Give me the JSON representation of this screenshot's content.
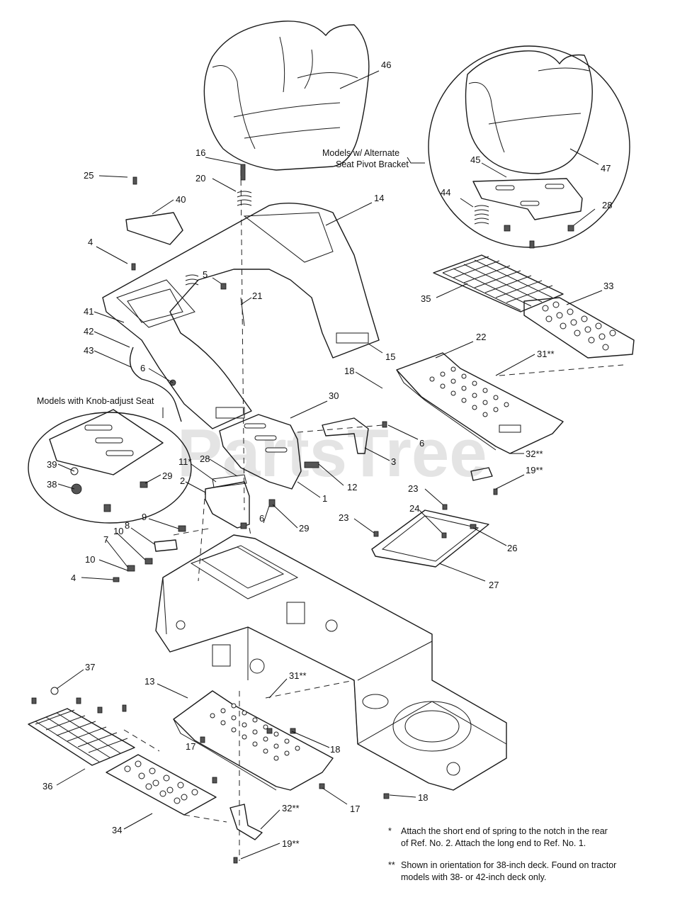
{
  "watermark": "PartsTree",
  "captions": {
    "alternate_bracket": [
      "Models w/ Alternate",
      "Seat Pivot Bracket"
    ],
    "knob_adjust": "Models with Knob-adjust Seat"
  },
  "labels": [
    {
      "id": "46",
      "text": "46"
    },
    {
      "id": "47",
      "text": "47"
    },
    {
      "id": "45",
      "text": "45"
    },
    {
      "id": "44",
      "text": "44"
    },
    {
      "id": "28a",
      "text": "28"
    },
    {
      "id": "16",
      "text": "16"
    },
    {
      "id": "20",
      "text": "20"
    },
    {
      "id": "25",
      "text": "25"
    },
    {
      "id": "40",
      "text": "40"
    },
    {
      "id": "14",
      "text": "14"
    },
    {
      "id": "4a",
      "text": "4"
    },
    {
      "id": "5",
      "text": "5"
    },
    {
      "id": "21",
      "text": "21"
    },
    {
      "id": "41",
      "text": "41"
    },
    {
      "id": "42",
      "text": "42"
    },
    {
      "id": "43",
      "text": "43"
    },
    {
      "id": "6a",
      "text": "6"
    },
    {
      "id": "15",
      "text": "15"
    },
    {
      "id": "35",
      "text": "35"
    },
    {
      "id": "33",
      "text": "33"
    },
    {
      "id": "22",
      "text": "22"
    },
    {
      "id": "31a",
      "text": "31**"
    },
    {
      "id": "18a",
      "text": "18"
    },
    {
      "id": "30",
      "text": "30"
    },
    {
      "id": "6b",
      "text": "6"
    },
    {
      "id": "3",
      "text": "3"
    },
    {
      "id": "32a",
      "text": "32**"
    },
    {
      "id": "19a",
      "text": "19**"
    },
    {
      "id": "39",
      "text": "39"
    },
    {
      "id": "38",
      "text": "38"
    },
    {
      "id": "29a",
      "text": "29"
    },
    {
      "id": "11",
      "text": "11*"
    },
    {
      "id": "28b",
      "text": "28"
    },
    {
      "id": "2",
      "text": "2"
    },
    {
      "id": "12",
      "text": "12"
    },
    {
      "id": "1",
      "text": "1"
    },
    {
      "id": "6c",
      "text": "6"
    },
    {
      "id": "29b",
      "text": "29"
    },
    {
      "id": "23a",
      "text": "23"
    },
    {
      "id": "23b",
      "text": "23"
    },
    {
      "id": "24",
      "text": "24"
    },
    {
      "id": "26",
      "text": "26"
    },
    {
      "id": "27",
      "text": "27"
    },
    {
      "id": "9",
      "text": "9"
    },
    {
      "id": "8",
      "text": "8"
    },
    {
      "id": "10a",
      "text": "10"
    },
    {
      "id": "7",
      "text": "7"
    },
    {
      "id": "10b",
      "text": "10"
    },
    {
      "id": "4b",
      "text": "4"
    },
    {
      "id": "37",
      "text": "37"
    },
    {
      "id": "13",
      "text": "13"
    },
    {
      "id": "31b",
      "text": "31**"
    },
    {
      "id": "17a",
      "text": "17"
    },
    {
      "id": "18b",
      "text": "18"
    },
    {
      "id": "36",
      "text": "36"
    },
    {
      "id": "17b",
      "text": "17"
    },
    {
      "id": "18c",
      "text": "18"
    },
    {
      "id": "34",
      "text": "34"
    },
    {
      "id": "32b",
      "text": "32**"
    },
    {
      "id": "19b",
      "text": "19**"
    }
  ],
  "notes": [
    {
      "mark": "*",
      "lines": [
        "Attach the short end of spring to the notch in the rear",
        "of Ref. No. 2. Attach the long end to Ref. No. 1."
      ]
    },
    {
      "mark": "**",
      "lines": [
        "Shown in orientation for 38-inch deck. Found on tractor",
        "models with 38- or 42-inch deck only."
      ]
    }
  ]
}
